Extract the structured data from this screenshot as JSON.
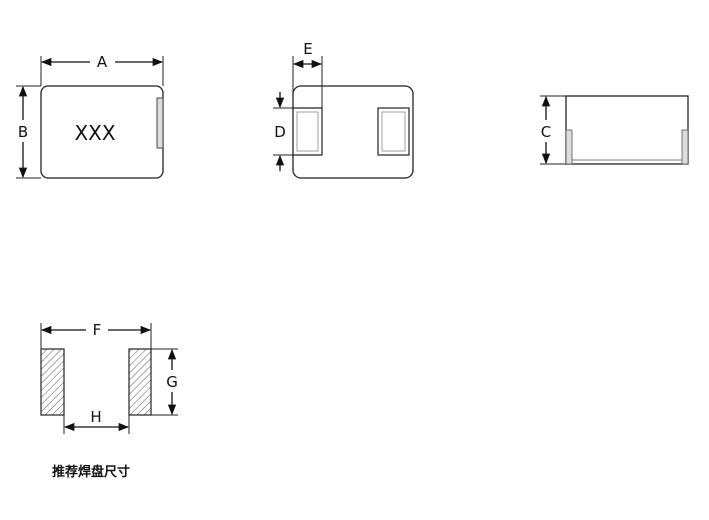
{
  "diagram": {
    "part_marking": "XXX",
    "dimensions": {
      "a": "A",
      "b": "B",
      "c": "C",
      "d": "D",
      "e": "E",
      "f": "F",
      "g": "G",
      "h": "H"
    },
    "caption": "推荐焊盘尺寸"
  }
}
